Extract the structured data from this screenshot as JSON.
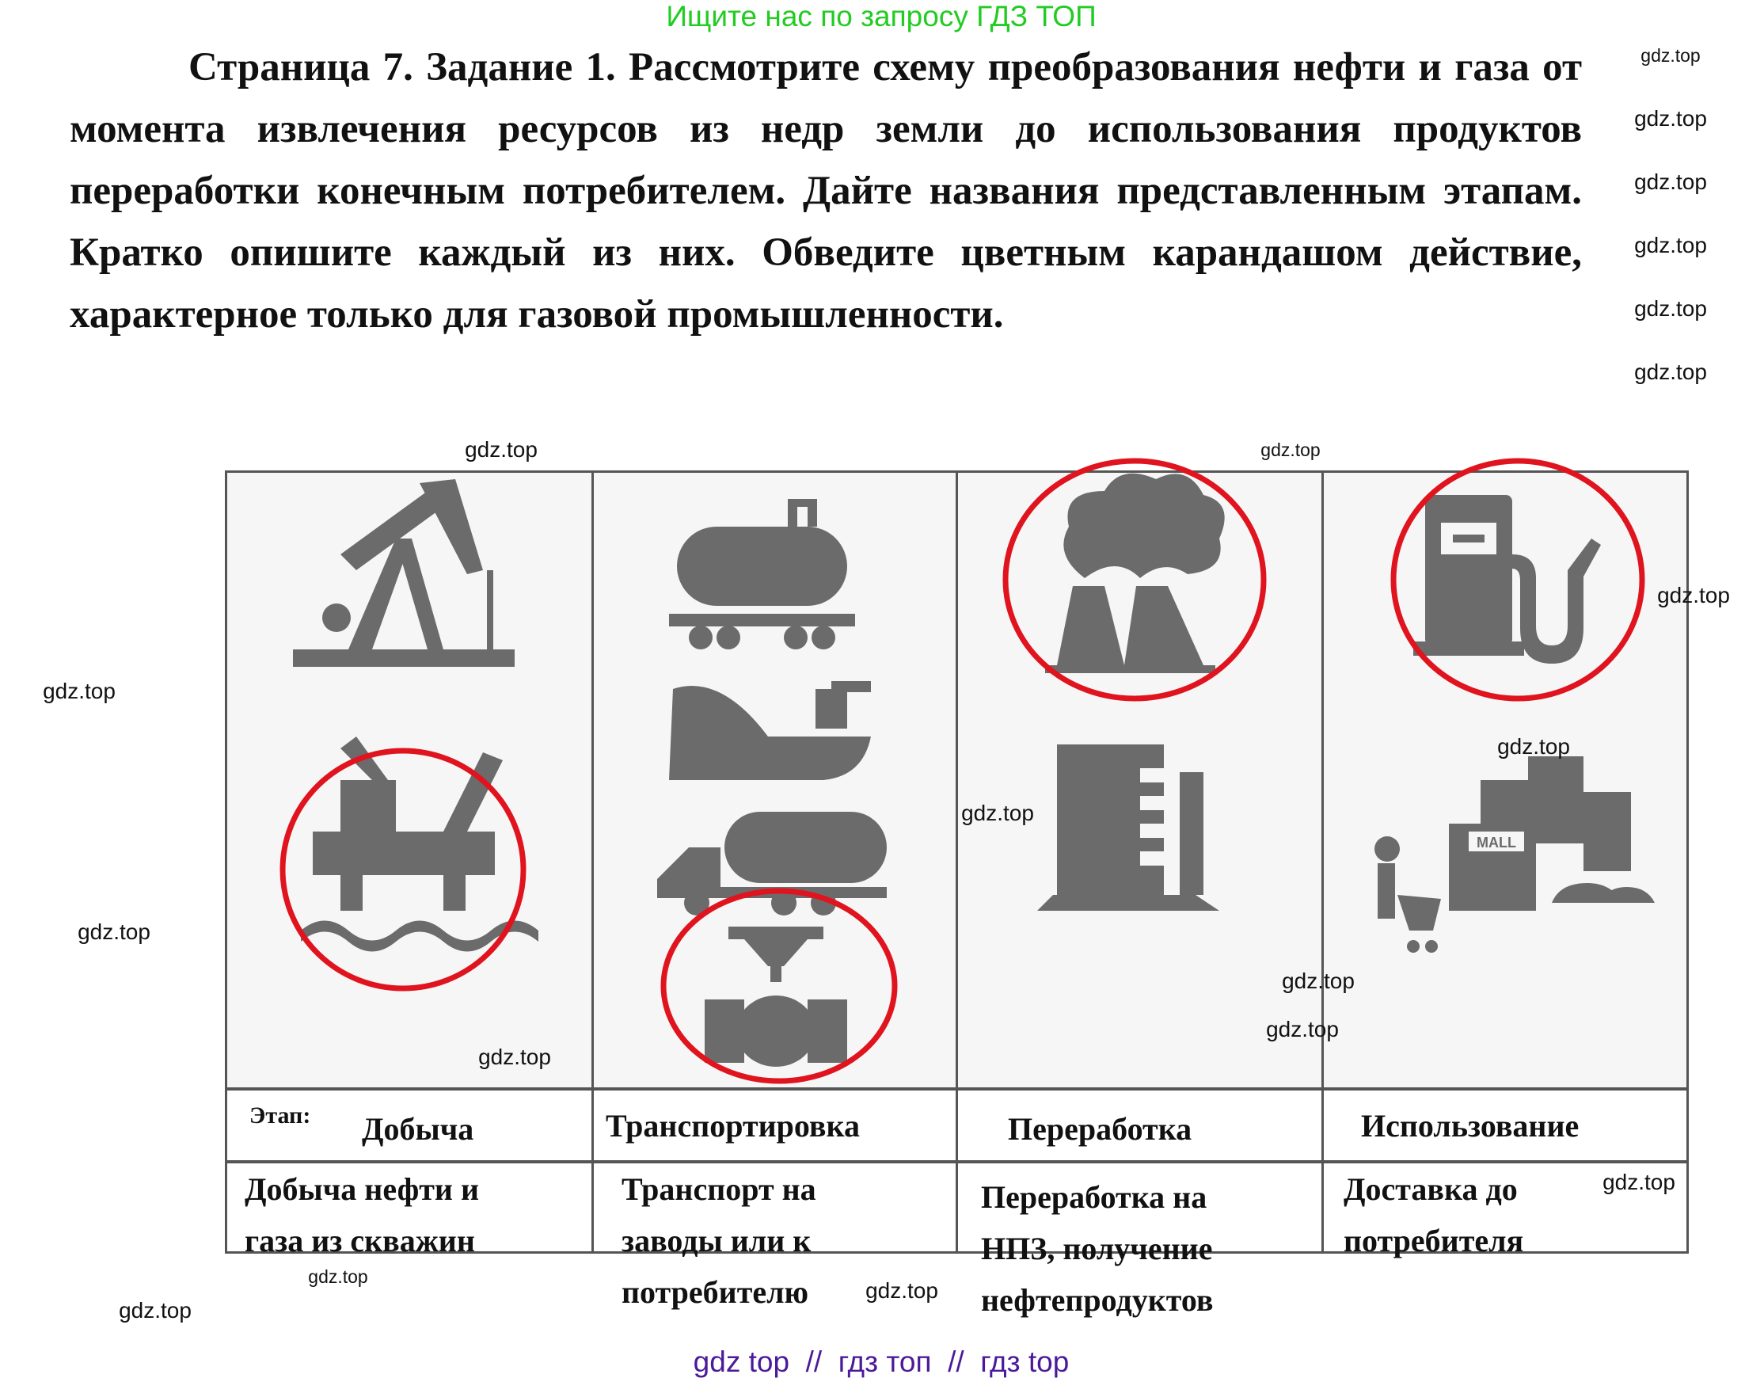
{
  "promo_text": "Ищите нас по запросу ГДЗ ТОП",
  "task_text": "Страница 7. Задание 1. Рассмотрите схему преобразования нефти и газа от момента извлечения ресурсов из недр земли до использования продуктов переработки конечным потребителем. Дайте названия представленным этапам. Кратко опишите каждый из них. Обведите цветным карандашом действие, характерное только для газовой промышленности.",
  "watermark": "gdz.top",
  "table": {
    "stage_label": "Этап:",
    "columns": [
      {
        "stage": "Добыча",
        "description_lines": [
          "Добыча нефти и",
          "газа из скважин"
        ],
        "icons": [
          "pump-jack-icon",
          "offshore-platform-icon"
        ],
        "circled": [
          "offshore-platform-icon"
        ]
      },
      {
        "stage": "Транспортировка",
        "description_lines": [
          "Транспорт на",
          "заводы или к",
          "потребителю"
        ],
        "icons": [
          "tank-car-icon",
          "tanker-ship-icon",
          "tanker-truck-icon",
          "pipeline-valve-icon"
        ],
        "circled": [
          "pipeline-valve-icon"
        ]
      },
      {
        "stage": "Переработка",
        "description_lines": [
          "Переработка на",
          "НПЗ, получение",
          "нефтепродуктов"
        ],
        "icons": [
          "plant-smoke-icon",
          "refinery-building-icon"
        ],
        "circled": [
          "plant-smoke-icon"
        ]
      },
      {
        "stage": "Использование",
        "description_lines": [
          "Доставка до",
          "потребителя"
        ],
        "icons": [
          "fuel-pump-icon",
          "mall-shopping-icon"
        ],
        "circled": [
          "fuel-pump-icon"
        ],
        "mall_sign": "MALL"
      }
    ]
  },
  "bottom_text": "gdz top  //  гдз топ  //  гдз top",
  "colors": {
    "promo": "#22cc22",
    "bottom": "#4b1a9a",
    "circle": "#e0141e",
    "icon": "#6b6b6b"
  }
}
